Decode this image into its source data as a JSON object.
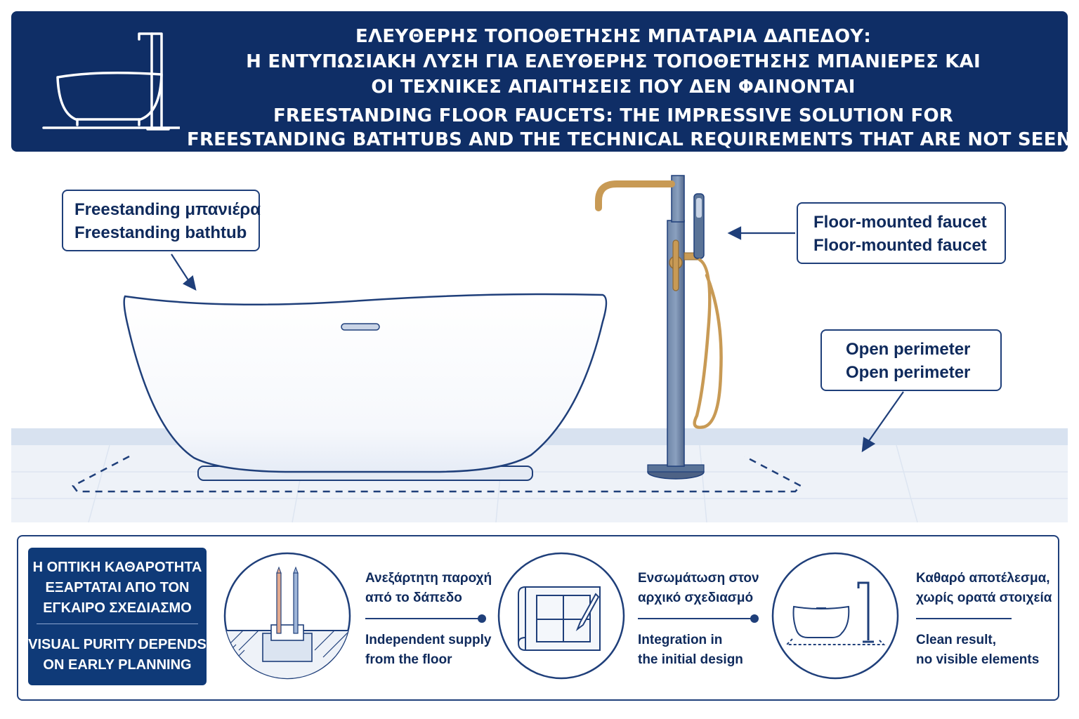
{
  "header": {
    "title_gr_lines": [
      "ΕΛΕΥΘΕΡΗΣ ΤΟΠΟΘΕΤΗΣΗΣ ΜΠΑΤΑΡΙΑ ΔΑΠΕΔΟΥ:",
      "Η ΕΝΤΥΠΩΣΙΑΚΗ ΛΥΣΗ ΓΙΑ ΕΛΕΥΘΕΡΗΣ ΤΟΠΟΘΕΤΗΣΗΣ ΜΠΑΝΙΕΡΕΣ ΚΑΙ",
      "ΟΙ ΤΕΧΝΙΚΕΣ ΑΠΑΙΤΗΣΕΙΣ ΠΟΥ ΔΕΝ ΦΑΙΝΟΝΤΑΙ"
    ],
    "title_en_lines": [
      "FREESTANDING FLOOR FAUCETS: THE IMPRESSIVE SOLUTION FOR",
      "FREESTANDING BATHTUBS AND THE TECHNICAL REQUIREMENTS THAT ARE NOT SEEN"
    ],
    "icon": "bathtub-faucet-icon"
  },
  "callouts": {
    "bathtub": [
      "Freestanding μπανιέρα",
      "Freestanding bathtub"
    ],
    "faucet": [
      "Floor-mounted faucet",
      "Floor-mounted faucet"
    ],
    "perimeter": [
      "Open perimeter",
      "Open perimeter"
    ]
  },
  "planning": {
    "gr_lines": [
      "Η ΟΠΤΙΚΗ ΚΑΘΑΡΟΤΗΤΑ",
      "ΕΞΑΡΤΑΤΑΙ ΑΠΟ ΤΟΝ",
      "ΕΓΚΑΙΡΟ ΣΧΕΔΙΑΣΜΟ"
    ],
    "en_lines": [
      "VISUAL PURITY DEPENDS",
      "ON EARLY PLANNING"
    ]
  },
  "steps": [
    {
      "icon": "floor-supply-pipes-icon",
      "gr_lines": [
        "Ανεξάρτητη παροχή",
        "από το δάπεδο"
      ],
      "en_lines": [
        "Independent supply",
        "from the floor"
      ]
    },
    {
      "icon": "blueprint-plan-icon",
      "gr_lines": [
        "Ενσωμάτωση στον",
        "αρχικό σχεδιασμό"
      ],
      "en_lines": [
        "Integration in",
        "the initial design"
      ]
    },
    {
      "icon": "clean-bathtub-result-icon",
      "gr_lines": [
        "Καθαρό αποτέλεσμα,",
        "χωρίς ορατά στοιχεία"
      ],
      "en_lines": [
        "Clean result,",
        "no visible elements"
      ]
    }
  ],
  "colors": {
    "navy": "#0f2e66",
    "line": "#1f3f7a",
    "gold": "#c89a55",
    "steel": "#5a7397",
    "floor": "#eef2f8"
  }
}
